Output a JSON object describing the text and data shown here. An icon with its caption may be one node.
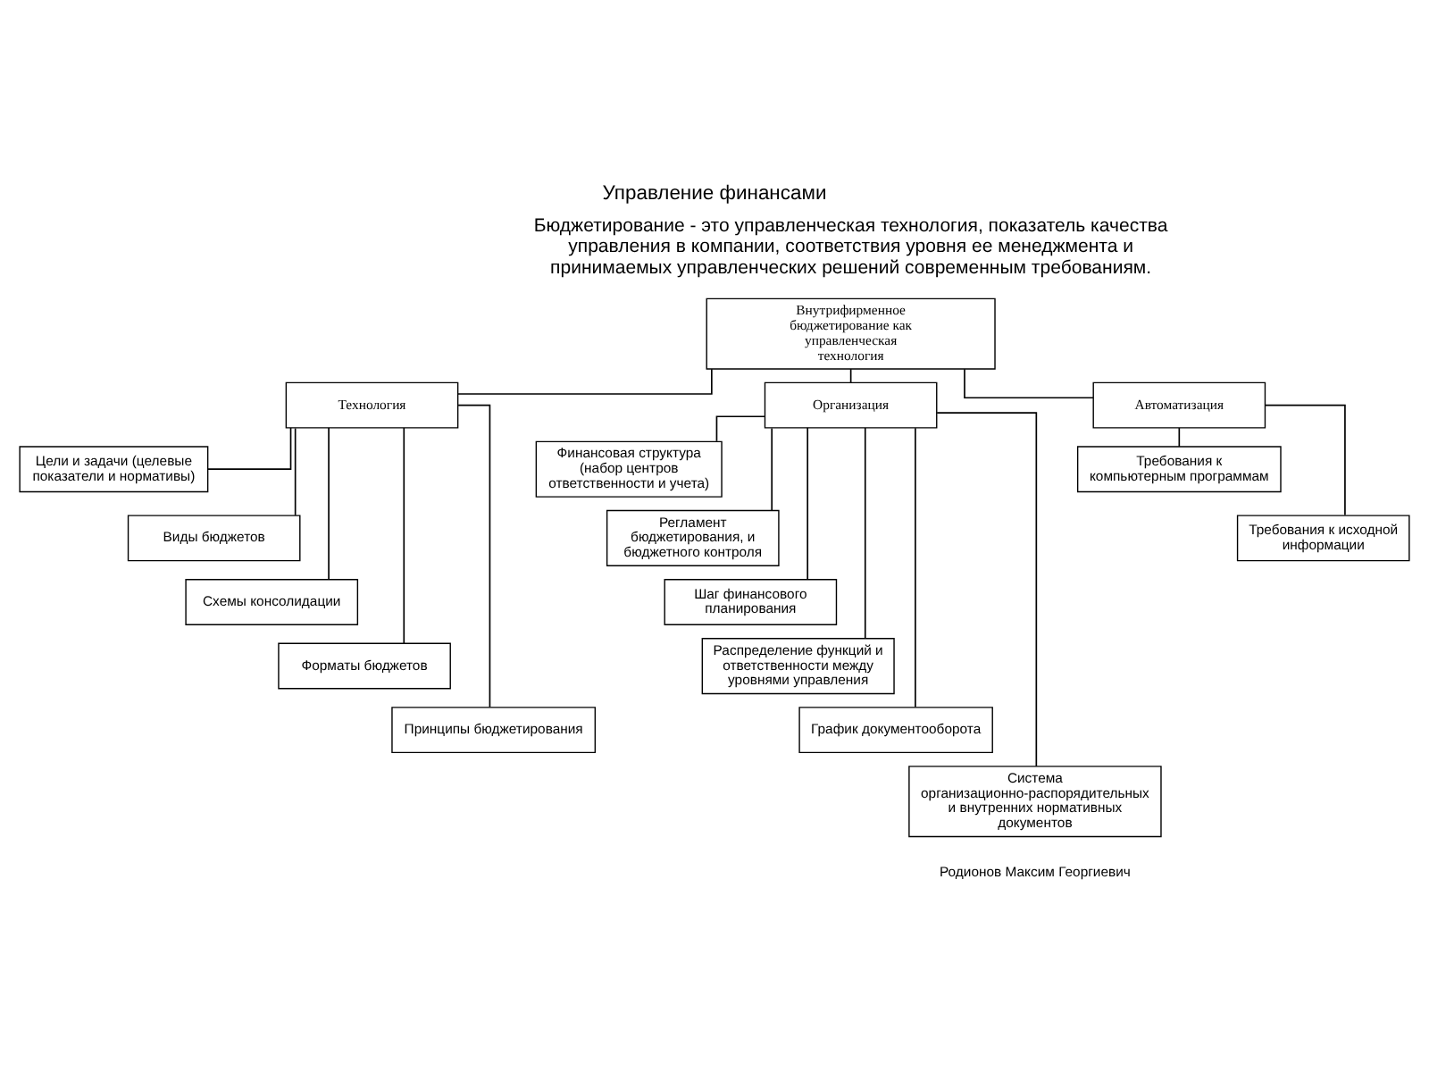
{
  "diagram": {
    "title": "Управление финансами",
    "nodes": [
      {
        "text": [
          "Внутрифирменное бюджетирование как управленческая технология"
        ]
      },
      {
        "text": [
          "Технология"
        ]
      },
      {
        "text": [
          "Организация"
        ]
      },
      {
        "text": [
          "Автоматизация"
        ]
      },
      {
        "text": [
          "Цели и задачи (целевые показатели и нормативы)"
        ]
      },
      {
        "text": [
          "Виды бюджетов"
        ]
      },
      {
        "text": [
          "Схемы консолидации"
        ]
      },
      {
        "text": [
          "Форматы бюджетов"
        ]
      },
      {
        "text": [
          "Принципы бюджетирования"
        ]
      },
      {
        "text": [
          "Финансовая структура (набор центров ответственности и учета)"
        ]
      },
      {
        "text": [
          "Регламент бюджетирования, и бюджетного контроля"
        ]
      },
      {
        "text": [
          "Шаг финансового планирования"
        ]
      },
      {
        "text": [
          "Распределение функций и ответственности между уровнями управления"
        ]
      },
      {
        "text": [
          "График документооборота"
        ]
      },
      {
        "text": [
          "Система организационно-распорядительных и внутренних нормативных документов"
        ]
      },
      {
        "text": [
          "Требования к компьютерным программам"
        ]
      },
      {
        "text": [
          "Требования к исходной информации"
        ]
      }
    ],
    "edges": [
      {
        "from": 0,
        "to": 1,
        "arrow": "none"
      },
      {
        "from": 0,
        "to": 2,
        "arrow": "none"
      },
      {
        "from": 0,
        "to": 3,
        "arrow": "none"
      },
      {
        "from": 1,
        "to": 4,
        "arrow": "none"
      },
      {
        "from": 1,
        "to": 5,
        "arrow": "none"
      },
      {
        "from": 1,
        "to": 6,
        "arrow": "none"
      },
      {
        "from": 1,
        "to": 7,
        "arrow": "none"
      },
      {
        "from": 1,
        "to": 8,
        "arrow": "none"
      },
      {
        "from": 2,
        "to": 9,
        "arrow": "none"
      },
      {
        "from": 2,
        "to": 10,
        "arrow": "none"
      },
      {
        "from": 2,
        "to": 11,
        "arrow": "none"
      },
      {
        "from": 2,
        "to": 12,
        "arrow": "none"
      },
      {
        "from": 2,
        "to": 13,
        "arrow": "none"
      },
      {
        "from": 2,
        "to": 14,
        "arrow": "none"
      },
      {
        "from": 3,
        "to": 15,
        "arrow": "none"
      },
      {
        "from": 3,
        "to": 16,
        "arrow": "none"
      }
    ],
    "labels": [
      "Бюджетирование - это управленческая технология, показатель качества управления в компании, соответствия уровня ее менеджмента и принимаемых управленческих решений современным требованиям.",
      "Родионов Максим Георгиевич"
    ]
  }
}
